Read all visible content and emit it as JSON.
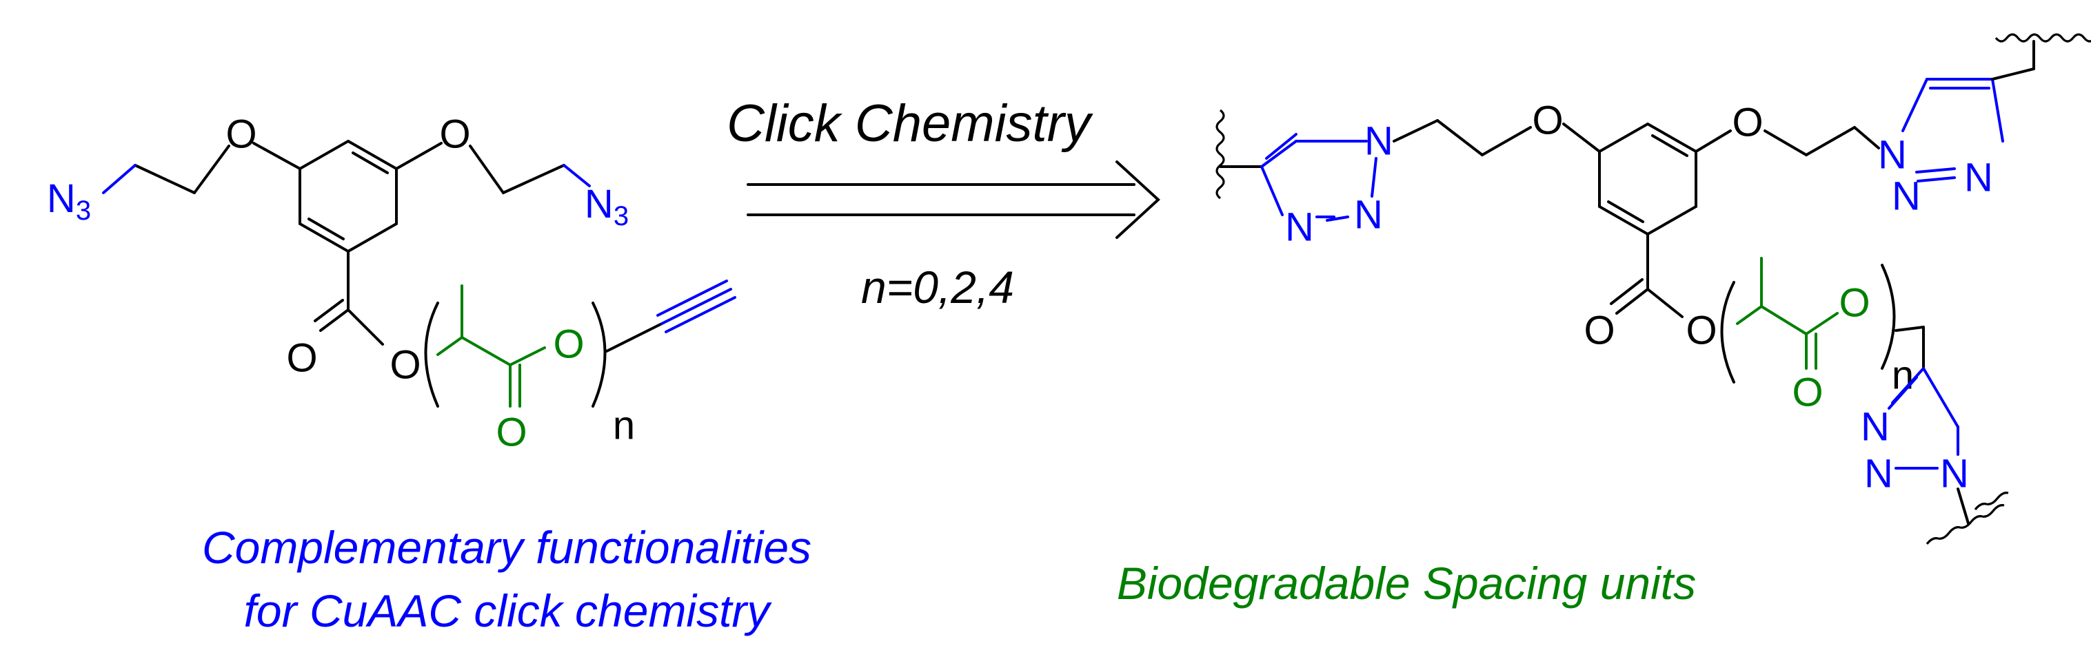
{
  "reaction": {
    "condition_top": "Click Chemistry",
    "condition_bottom": "n=0,2,4"
  },
  "captions": {
    "left_line1": "Complementary functionalities",
    "left_line2": "for CuAAC click chemistry",
    "right": "Biodegradable Spacing units"
  },
  "atoms": {
    "oxygen": "O",
    "nitrogen": "N",
    "azide_main": "N",
    "azide_sub": "3",
    "repeat": "n"
  },
  "colors": {
    "azide_alkyne_triazole": "#0000ff",
    "lactide_spacer": "#008000",
    "scaffold": "#000000"
  }
}
